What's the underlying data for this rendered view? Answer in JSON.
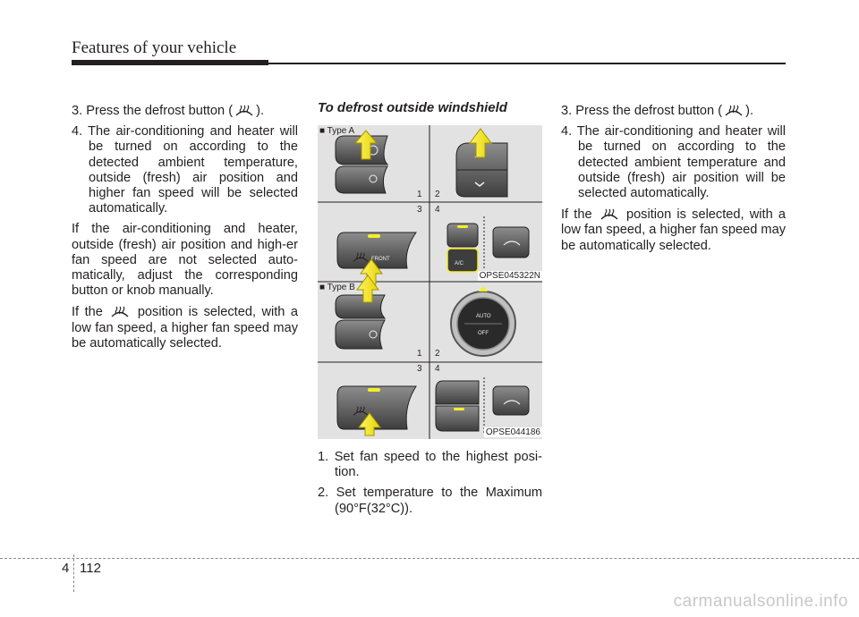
{
  "header": {
    "title": "Features of your vehicle"
  },
  "left_column": {
    "step3": "3. Press the defrost button (",
    "step3_end": ").",
    "step4": "4. The air-conditioning and heater will be turned on according to the detected ambient temperature, outside (fresh) air position and higher fan speed will be selected automatically.",
    "para1": "If the air-conditioning and heater, outside (fresh) air position and high-er fan speed are not selected auto-matically, adjust the corresponding button or knob manually.",
    "para2_start": "If the",
    "para2_end": "position is selected, with a low fan speed, a higher fan speed may be automatically selected."
  },
  "middle_column": {
    "section_title": "To defrost outside windshield",
    "type_a_label": "■ Type A",
    "type_b_label": "■ Type B",
    "code_a": "OPSE045322N",
    "code_b": "OPSE044186",
    "panel_numbers": [
      "1",
      "2",
      "3",
      "4"
    ],
    "button_labels": {
      "auto": "AUTO",
      "off": "OFF",
      "front": "FRONT",
      "ac": "A/C"
    },
    "step1": "1. Set fan speed to the highest posi-tion.",
    "step2": "2. Set temperature to the Maximum (90°F(32°C))."
  },
  "right_column": {
    "step3": "3. Press the defrost button (",
    "step3_end": ").",
    "step4": "4. The air-conditioning and heater will be turned on according to the detected ambient temperature and outside (fresh) air position will be selected automatically.",
    "para_start": "If the",
    "para_end": "position is selected, with a low fan speed, a higher fan speed may be automatically selected."
  },
  "footer": {
    "chapter": "4",
    "page": "112"
  },
  "watermark": "carmanualsonline.info",
  "colors": {
    "text": "#231f20",
    "highlight": "#f2ef2a",
    "figure_bg": "#e2e2e2"
  },
  "icons": [
    "front-defrost-icon",
    "fan-icon",
    "up-arrow-icon"
  ]
}
